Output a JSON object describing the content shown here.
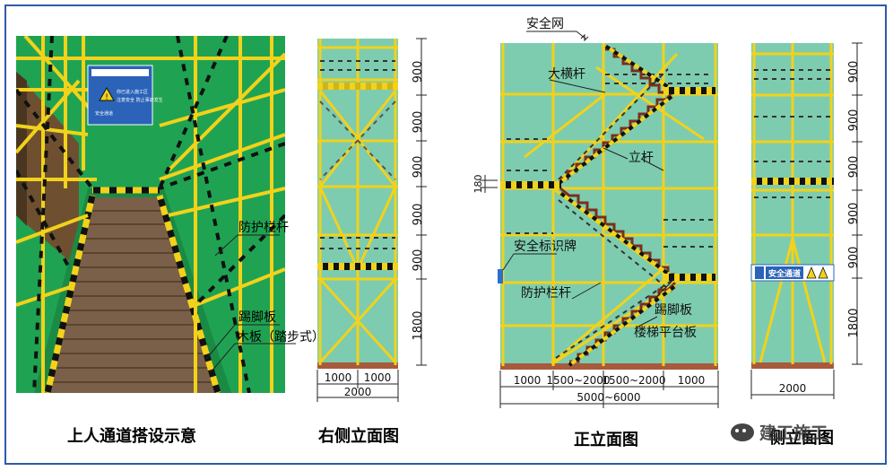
{
  "captions": {
    "perspective": "上人通道搭设示意",
    "right_side": "右侧立面图",
    "front": "正立面图",
    "side": "侧立面图"
  },
  "perspective_labels": {
    "guardrail": "防护栏杆",
    "toe_board": "踢脚板",
    "wood_board": "木板（踏步式）"
  },
  "sign_panel": {
    "line1": "你已进入施工区",
    "line2": "注意安全 防止事故发生",
    "line3": "安全通道"
  },
  "right_elev": {
    "dims": [
      "900",
      "900",
      "900",
      "900",
      "900",
      "1800"
    ],
    "bottom_dims": [
      "1000",
      "1000"
    ],
    "total": "2000"
  },
  "front_elev": {
    "labels": {
      "safety_net": "安全网",
      "ledger": "大横杆",
      "standard": "立杆",
      "sign": "安全标识牌",
      "guardrail": "防护栏杆",
      "toe_board": "踢脚板",
      "platform": "楼梯平台板"
    },
    "dim_180": "180",
    "bottom_dims": [
      "1000",
      "1500~2000",
      "1500~2000",
      "1000"
    ],
    "total": "5000~6000"
  },
  "side_elev": {
    "dims": [
      "900",
      "900",
      "900",
      "900",
      "900",
      "1800"
    ],
    "sign_text": "安全通道",
    "total": "2000"
  },
  "watermark": "建工施工",
  "colors": {
    "panel_green": "#7dccb0",
    "persp_green": "#1fa353",
    "scaffold": "#f2d21a",
    "floor": "#a85a3c"
  }
}
